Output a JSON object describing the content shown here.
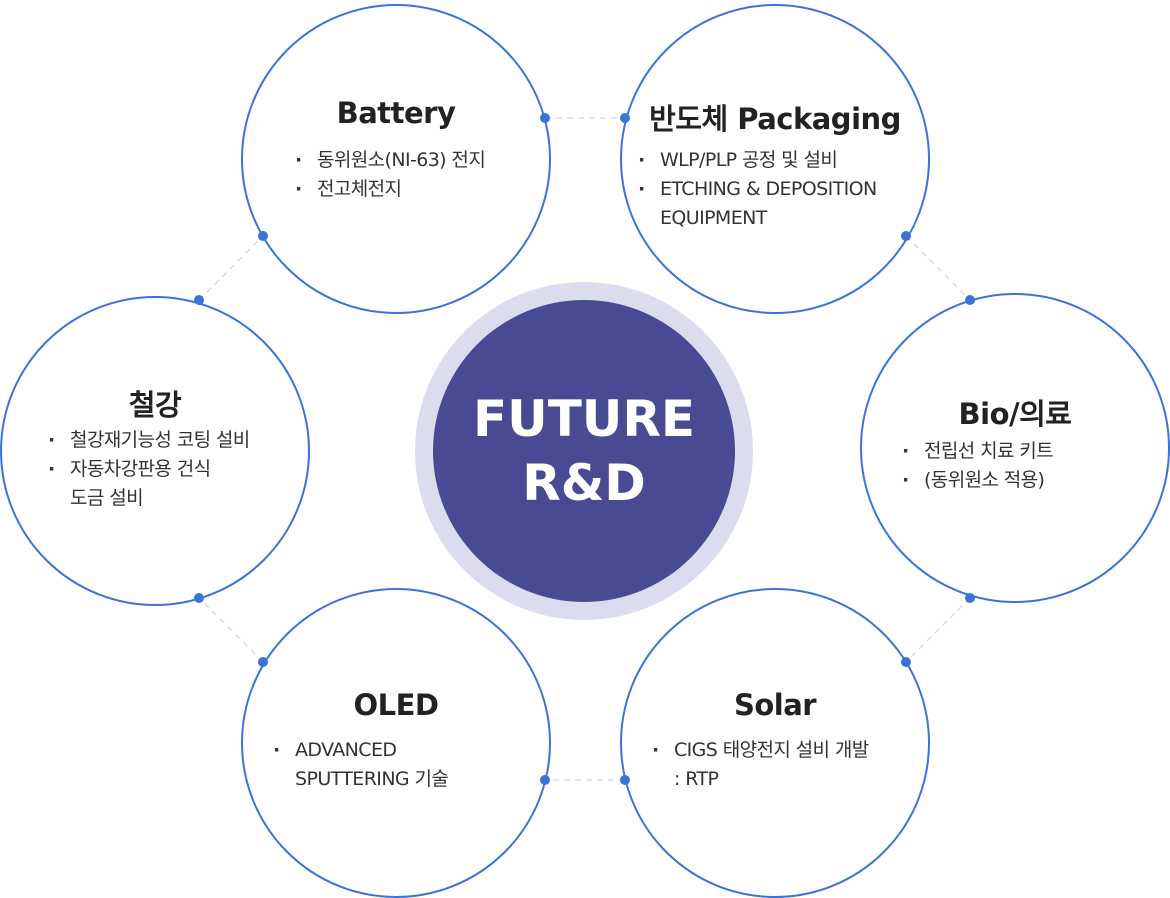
{
  "center": {
    "line1": "FUTURE",
    "line2": "R&D",
    "fill": "#484b93",
    "ring": "#dcdcef"
  },
  "accent": "#3a74d8",
  "nodes": {
    "battery": {
      "title": "Battery",
      "items": [
        "동위원소(NI-63) 전지",
        "전고체전지"
      ]
    },
    "semiconductor": {
      "title": "반도체 Packaging",
      "items": [
        "WLP/PLP 공정 및 설비",
        "ETCHING & DEPOSITION",
        "EQUIPMENT"
      ]
    },
    "steel": {
      "title": "철강",
      "items": [
        "철강재기능성 코팅 설비",
        "자동차강판용 건식",
        "도금 설비"
      ]
    },
    "bio": {
      "title": "Bio/의료",
      "items": [
        "전립선 치료 키트",
        "(동위원소 적용)"
      ]
    },
    "oled": {
      "title": "OLED",
      "items": [
        "ADVANCED",
        "SPUTTERING 기술"
      ]
    },
    "solar": {
      "title": "Solar",
      "items": [
        "CIGS 태양전지 설비 개발",
        ": RTP"
      ]
    }
  }
}
